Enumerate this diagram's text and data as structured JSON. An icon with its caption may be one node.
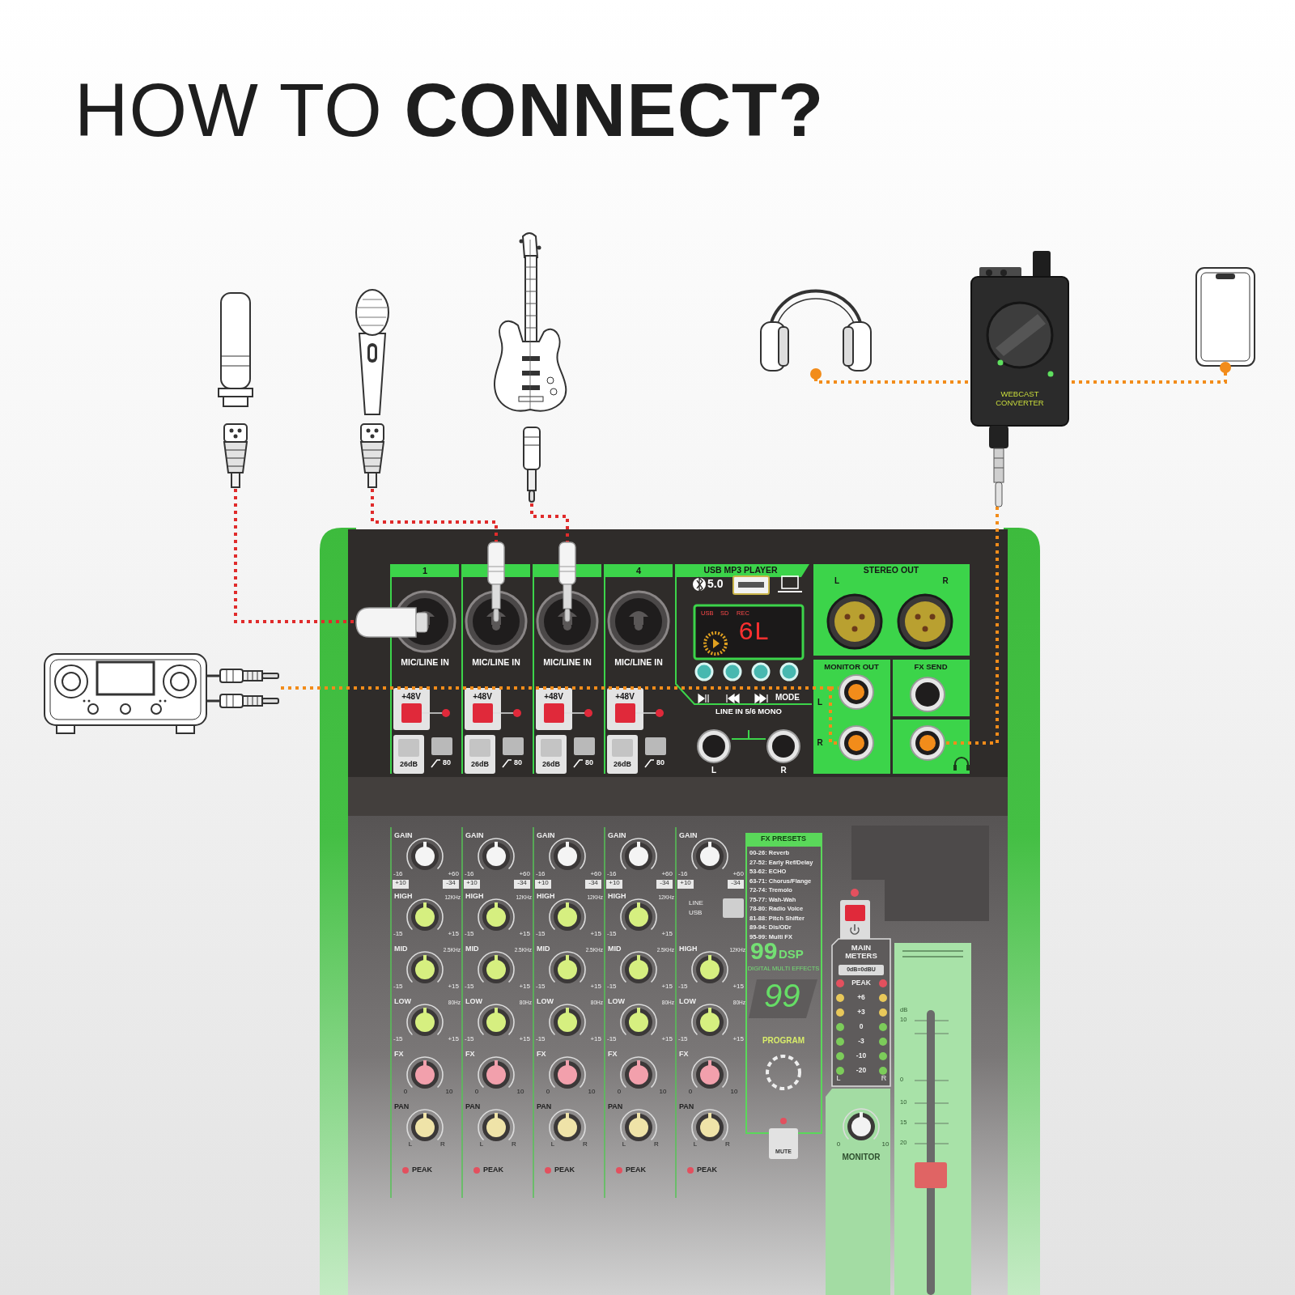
{
  "diagram": {
    "title": "HOW TO **CONNECT?**",
    "nodes": [
      {
        "text": [],
        "shape": "picture"
      },
      {
        "text": [],
        "shape": "picture"
      },
      {
        "text": [],
        "shape": "picture"
      },
      {
        "text": [],
        "shape": "picture"
      },
      {
        "text": [
          "WEBCAST CONVERTER"
        ]
      },
      {
        "text": [],
        "shape": "picture"
      },
      {
        "text": [],
        "shape": "picture"
      },
      {
        "text": [],
        "shape": "picture"
      },
      {
        "text": [],
        "shape": "circle"
      },
      {
        "text": [],
        "shape": "circle"
      },
      {
        "text": [],
        "shape": "circle"
      },
      {
        "text": [],
        "shape": "circle"
      },
      {
        "text": [],
        "shape": "circle"
      },
      {
        "text": [],
        "shape": "circle"
      },
      {
        "text": [],
        "shape": "circle"
      },
      {
        "text": [],
        "shape": "circle"
      },
      {
        "text": [],
        "shape": "circle"
      },
      {
        "text": [],
        "shape": "circle"
      },
      {
        "text": [],
        "shape": "circle"
      },
      {
        "text": [],
        "shape": "circle"
      }
    ],
    "edges": [
      {
        "from": 0,
        "to": 8,
        "arrow": "none",
        "style": "dashed",
        "color": "#e02b2b"
      },
      {
        "from": 1,
        "to": 9,
        "arrow": "none",
        "style": "dashed",
        "color": "#e02b2b"
      },
      {
        "from": 2,
        "to": 10,
        "arrow": "none",
        "style": "dashed",
        "color": "#e02b2b"
      },
      {
        "from": 6,
        "to": 11,
        "arrow": "none",
        "style": "dashed"
      },
      {
        "from": 6,
        "to": 12,
        "arrow": "none",
        "style": "dashed"
      },
      {
        "from": 4,
        "to": 3,
        "arrow": "other",
        "style": "dashed"
      },
      {
        "from": 4,
        "to": 5,
        "arrow": "other",
        "style": "dashed"
      },
      {
        "from": 4,
        "to": 13,
        "arrow": "none",
        "style": "dashed"
      }
    ],
    "labels": [
      "1",
      "4",
      "MIC/LINE IN",
      "MIC/LINE IN",
      "MIC/LINE IN",
      "MIC/LINE IN",
      "+48V",
      "+48V",
      "+48V",
      "+48V",
      "26dB",
      "80",
      "26dB",
      "80",
      "26dB",
      "80",
      "26dB",
      "80",
      "USB MP3 PLAYER",
      "5.0",
      "USB",
      "SD",
      "REC",
      "6L",
      "MODE",
      "STEREO OUT",
      "L",
      "R",
      "MONITOR OUT",
      "L",
      "R",
      "FX SEND",
      "LINE IN 5/6 MONO",
      "L",
      "R",
      "GAIN",
      "-16",
      "+60",
      "+10",
      "-34",
      "HIGH",
      "12KHz",
      "-15",
      "+15",
      "MID",
      "2.5KHz",
      "-15",
      "+15",
      "LOW",
      "80Hz",
      "-15",
      "+15",
      "FX",
      "0",
      "10",
      "PAN",
      "L",
      "R",
      "PEAK",
      "GAIN",
      "-16",
      "+60",
      "+10",
      "-34",
      "HIGH",
      "12KHz",
      "-15",
      "+15",
      "MID",
      "2.5KHz",
      "-15",
      "+15",
      "LOW",
      "80Hz",
      "-15",
      "+15",
      "FX",
      "0",
      "10",
      "PAN",
      "L",
      "R",
      "PEAK",
      "GAIN",
      "-16",
      "+60",
      "+10",
      "-34",
      "HIGH",
      "12KHz",
      "-15",
      "+15",
      "MID",
      "2.5KHz",
      "-15",
      "+15",
      "LOW",
      "80Hz",
      "-15",
      "+15",
      "FX",
      "0",
      "10",
      "PAN",
      "L",
      "R",
      "PEAK",
      "GAIN",
      "-16",
      "+60",
      "+10",
      "-34",
      "HIGH",
      "12KHz",
      "-15",
      "+15",
      "MID",
      "2.5KHz",
      "-15",
      "+15",
      "LOW",
      "80Hz",
      "-15",
      "+15",
      "FX",
      "0",
      "10",
      "PAN",
      "L",
      "R",
      "PEAK",
      "GAIN",
      "-16",
      "+60",
      "+10",
      "-34",
      "LINE",
      "USB",
      "HIGH",
      "12KHz",
      "-15",
      "+15",
      "LOW",
      "80Hz",
      "-15",
      "+15",
      "FX",
      "0",
      "10",
      "PAN",
      "L",
      "R",
      "PEAK",
      "FX PRESETS",
      "00-26: Reverb",
      "27-52: Early Ref/Delay",
      "53-62: ECHO",
      "63-71: Chorus/Flange",
      "72-74: Tremolo",
      "75-77: Wah-Wah",
      "78-80: Radio Voice",
      "81-88: Pitch Shifter",
      "89-94: Dis/ODr",
      "95-99: Multi FX",
      "99",
      "DSP",
      "DIGITAL MULTI EFFECTS",
      "99",
      "PROGRAM",
      "MUTE",
      "MAIN METERS",
      "0dB=0dBU",
      "PEAK",
      "+6",
      "+3",
      "0",
      "-3",
      "-10",
      "-20",
      "L",
      "R",
      "0",
      "10",
      "MONITOR",
      "dB",
      "10",
      "0",
      "10",
      "15",
      "20"
    ]
  }
}
